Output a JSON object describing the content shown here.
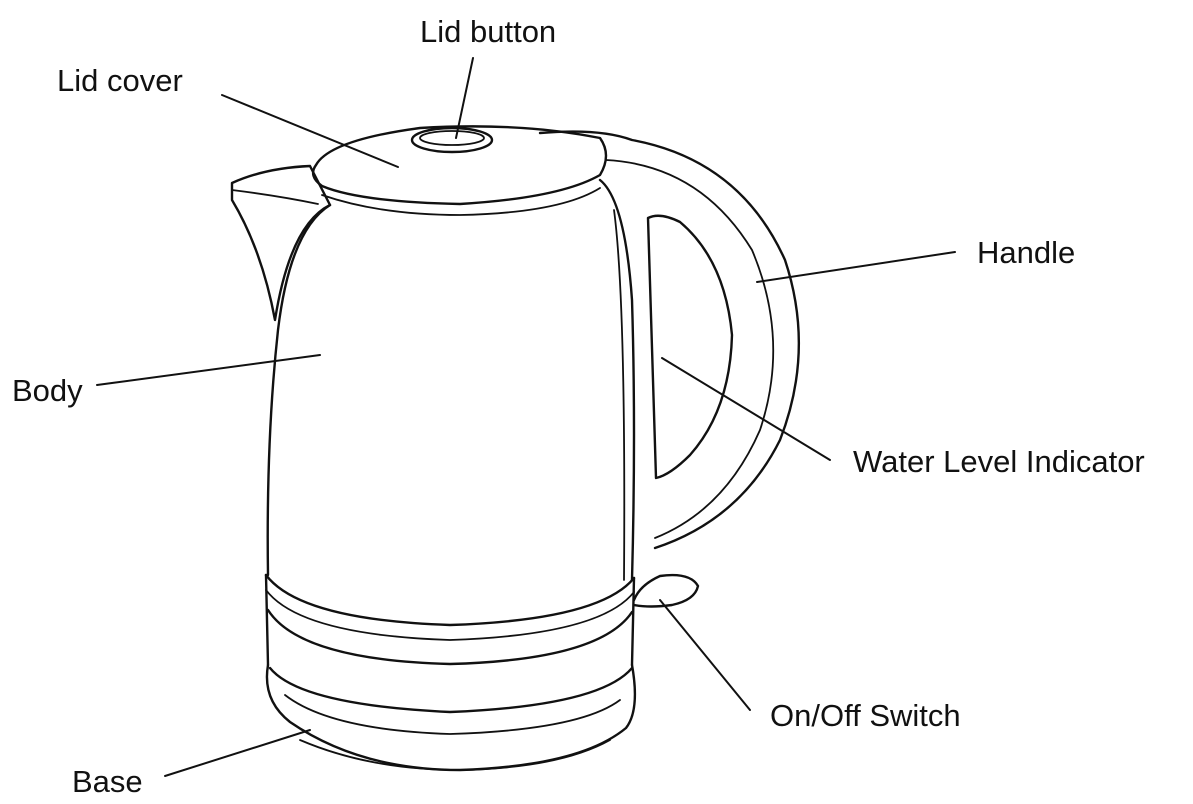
{
  "labels": {
    "lid_button": "Lid button",
    "lid_cover": "Lid cover",
    "handle": "Handle",
    "body": "Body",
    "water_level_indicator": "Water Level Indicator",
    "on_off_switch": "On/Off Switch",
    "base": "Base"
  },
  "colors": {
    "line": "#111111",
    "background": "#ffffff"
  }
}
